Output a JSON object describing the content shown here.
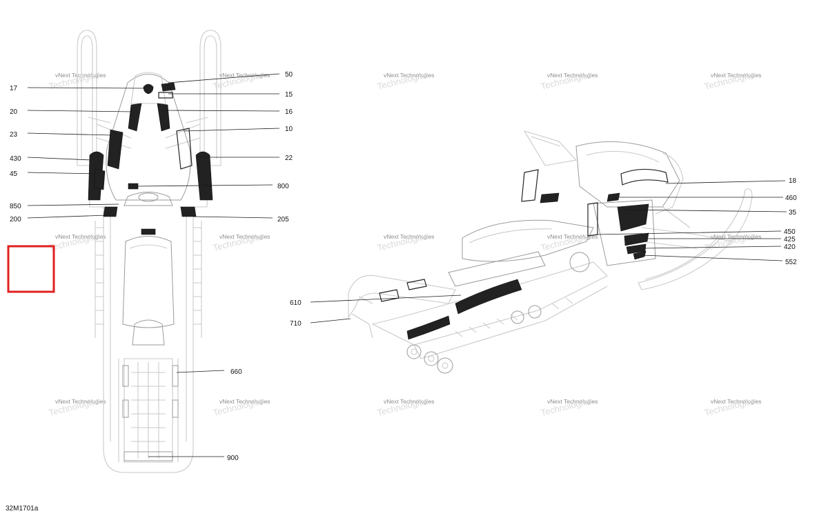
{
  "figure_code": "32M1701a",
  "watermark": {
    "line1": "vNext",
    "line2": "Technologies",
    "line3": "vNext Technologies"
  },
  "highlight_color": "#e02020",
  "callouts": {
    "c17": "17",
    "c20": "20",
    "c23": "23",
    "c430": "430",
    "c45": "45",
    "c850": "850",
    "c200": "200",
    "c50": "50",
    "c15": "15",
    "c16": "16",
    "c10": "10",
    "c22": "22",
    "c800": "800",
    "c205": "205",
    "c660": "660",
    "c900": "900",
    "c18": "18",
    "c460": "460",
    "c35": "35",
    "c450": "450",
    "c425": "425",
    "c420": "420",
    "c552": "552",
    "c610": "610",
    "c710": "710"
  }
}
